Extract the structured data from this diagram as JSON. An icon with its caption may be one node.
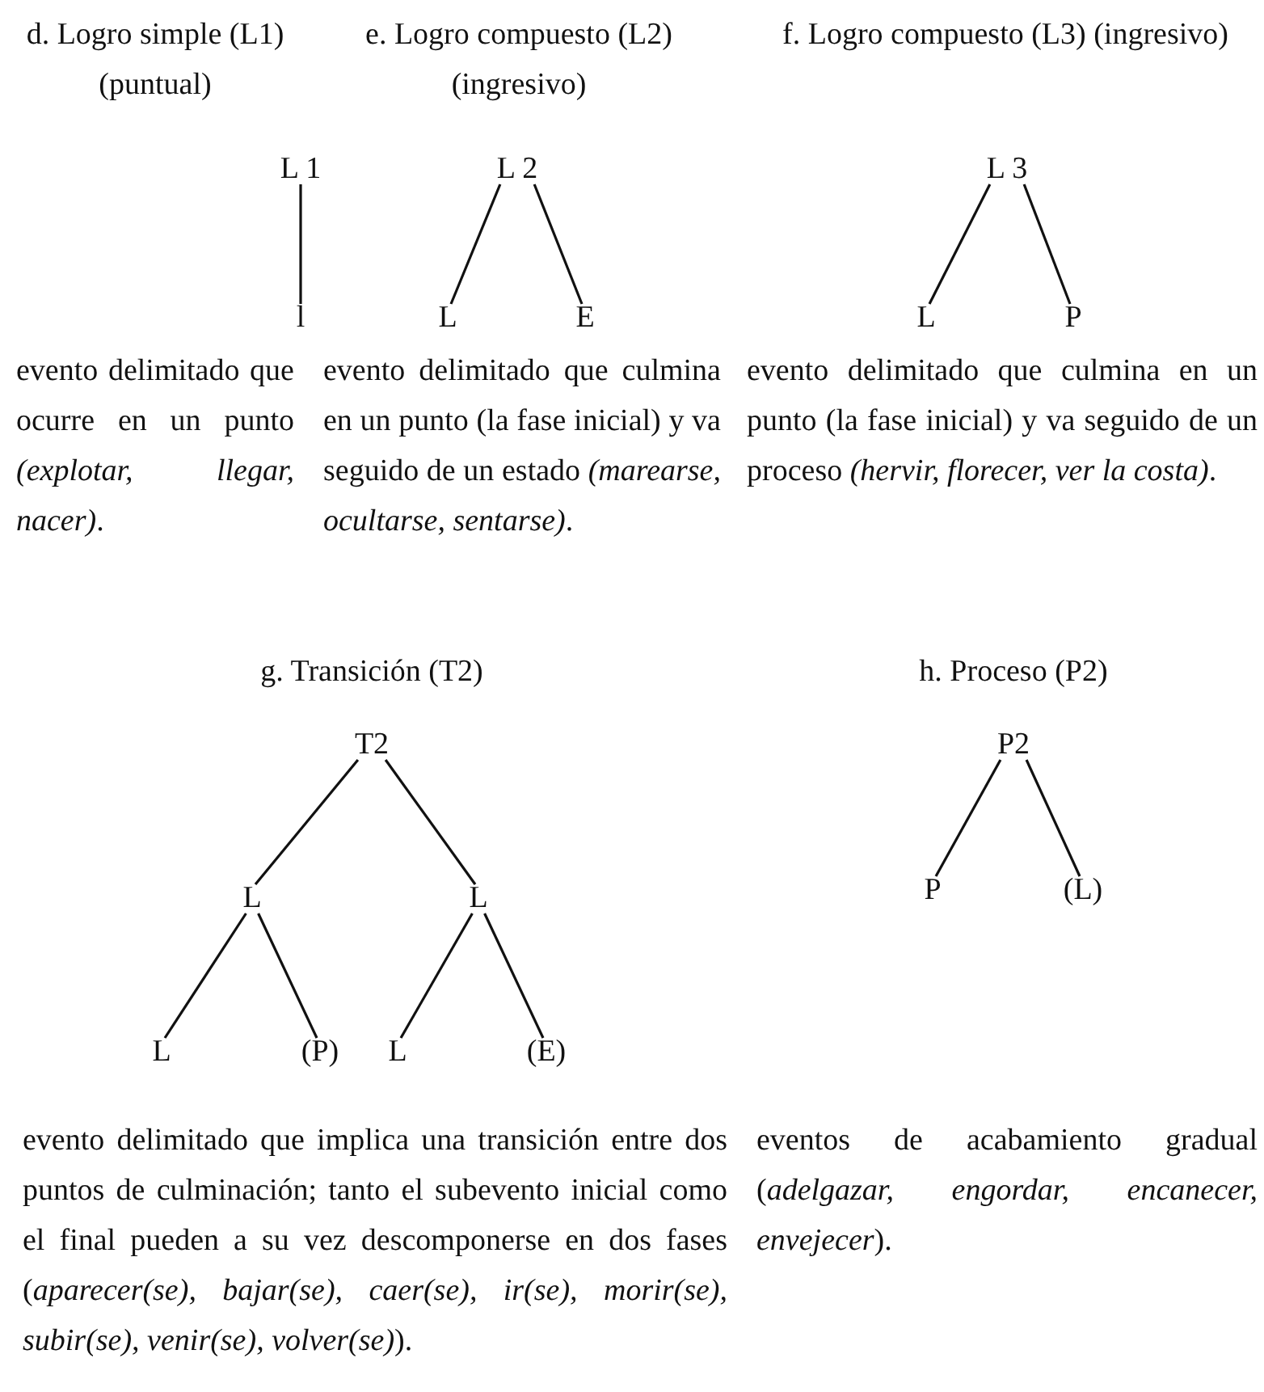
{
  "diagram": {
    "nodes": [
      {
        "text": [
          "L 1"
        ]
      },
      {
        "text": [
          "l"
        ]
      },
      {
        "text": [
          "L 2"
        ]
      },
      {
        "text": [
          "L"
        ]
      },
      {
        "text": [
          "E"
        ]
      },
      {
        "text": [
          "L 3"
        ]
      },
      {
        "text": [
          "L"
        ]
      },
      {
        "text": [
          "P"
        ]
      },
      {
        "text": [
          "T2"
        ]
      },
      {
        "text": [
          "L"
        ]
      },
      {
        "text": [
          "L"
        ]
      },
      {
        "text": [
          "L"
        ]
      },
      {
        "text": [
          "(P)"
        ]
      },
      {
        "text": [
          "L"
        ]
      },
      {
        "text": [
          "(E)"
        ]
      },
      {
        "text": [
          "P2"
        ]
      },
      {
        "text": [
          "P"
        ]
      },
      {
        "text": [
          "(L)"
        ]
      }
    ],
    "edges": [
      {
        "from": 0,
        "to": 1,
        "arrow": "none"
      },
      {
        "from": 2,
        "to": 3,
        "arrow": "none"
      },
      {
        "from": 2,
        "to": 4,
        "arrow": "none"
      },
      {
        "from": 5,
        "to": 6,
        "arrow": "none"
      },
      {
        "from": 5,
        "to": 7,
        "arrow": "none"
      },
      {
        "from": 8,
        "to": 9,
        "arrow": "none"
      },
      {
        "from": 8,
        "to": 10,
        "arrow": "none"
      },
      {
        "from": 9,
        "to": 11,
        "arrow": "none"
      },
      {
        "from": 9,
        "to": 12,
        "arrow": "none"
      },
      {
        "from": 10,
        "to": 13,
        "arrow": "none"
      },
      {
        "from": 10,
        "to": 14,
        "arrow": "none"
      },
      {
        "from": 15,
        "to": 16,
        "arrow": "none"
      },
      {
        "from": 15,
        "to": 17,
        "arrow": "none"
      }
    ],
    "labels": [
      "d. Logro simple (L1) (puntual)",
      "e. Logro compuesto (L2) (ingresivo)",
      "f. Logro compuesto (L3) (ingresivo)",
      "evento delimitado que ocurre en un punto *(explotar, llegar, nacer)*.",
      "evento delimitado que culmina en un punto (la fase inicial) y va seguido de un estado *(marearse, ocultarse, sentarse)*.",
      "evento delimitado que culmina en un punto (la fase inicial) y va seguido de un proceso *(hervir, florecer, ver la costa)*.",
      "g. Transición (T2)",
      "h. Proceso (P2)",
      "evento delimitado que implica una transición entre dos puntos de culminación; tanto el subevento inicial como el final pueden a su vez descomponerse en dos fases (*aparecer(se), bajar(se), caer(se), ir(se), morir(se), subir(se), venir(se), volver(se)*).",
      "eventos de acabamiento gradual (*adelgazar, engordar, encanecer, envejecer*)."
    ]
  }
}
